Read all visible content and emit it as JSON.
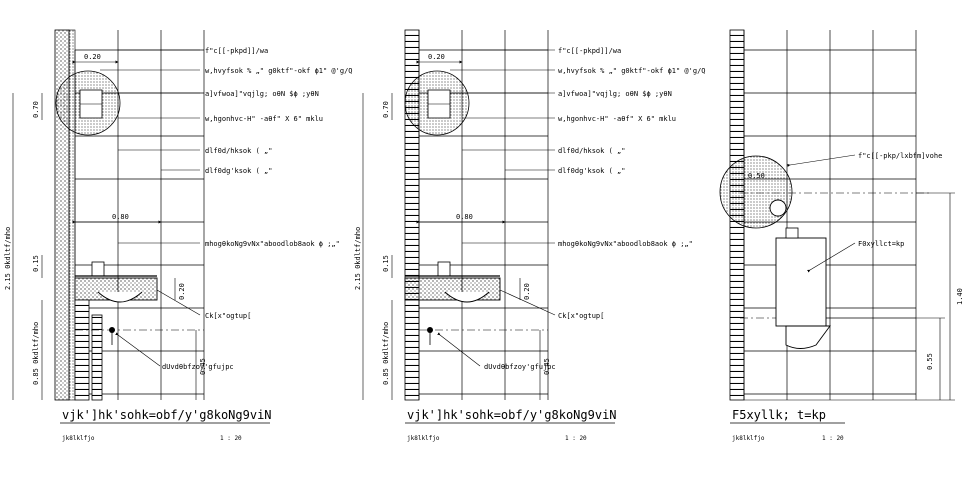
{
  "drawings": [
    {
      "callouts": [
        "f\"c[[-pkpd]]/wa",
        "w,hvyfsok % „\" g0ktf\"-okf   ϕ1\"  @'g/Q",
        "a]vfwoa]\"vqjlg; oθN $ϕ ;yθN",
        "w,hgonhvc-H\" -aθf\" X 6\"   mklu",
        "dlf0d/hksok ( „\"",
        "dlf0dg'ksok ( „\"",
        "mhogθkoNg9vNx\"aboodlob8aok ϕ ;„\"",
        "Ck[x\"ogtup[",
        "dUvdθbfzoy'gfujpc"
      ],
      "dims": [
        "0.20",
        "0.70",
        "0.80",
        "2.15  0kdltf/mho",
        "0.15",
        "0.20",
        "0.85  0kdltf/mho",
        "0.45"
      ],
      "title": "vjk']hk'sohk=obf/y'g8koNg9viN",
      "sublabel": "jk8lklfjo",
      "scale": "1 : 20"
    },
    {
      "callouts": [
        "f\"c[[-pkpd]]/wa",
        "w,hvyfsok % „\" g0ktf\"-okf   ϕ1\"  @'g/Q",
        "a]vfwoa]\"vqjlg; oθN $ϕ ;yθN",
        "w,hgonhvc-H\" -aθf\" X 6\"   mklu",
        "dlf0d/hksok ( „\"",
        "dlf0dg'ksok ( „\"",
        "mhogθkoNg9vNx\"aboodlob8aok ϕ ;„\"",
        "Ck[x\"ogtup[",
        "dUvdθbfzoy'gfujpc"
      ],
      "dims": [
        "0.20",
        "0.70",
        "0.80",
        "2.15  0kdltf/mho",
        "0.15",
        "0.20",
        "0.85  0kdltf/mho",
        "0.45"
      ],
      "title": "vjk']hk'sohk=obf/y'g8koNg9viN",
      "sublabel": "jk8lklfjo",
      "scale": "1 : 20"
    },
    {
      "callouts": [
        "f\"c[[-pkp/lxbfm]vohe",
        "F0xyllct=kp"
      ],
      "dims": [
        "0.50",
        "1.40",
        "0.55"
      ],
      "title": "F5xyllk; t=kp",
      "sublabel": "jk8lklfjo",
      "scale": "1 : 20"
    }
  ]
}
